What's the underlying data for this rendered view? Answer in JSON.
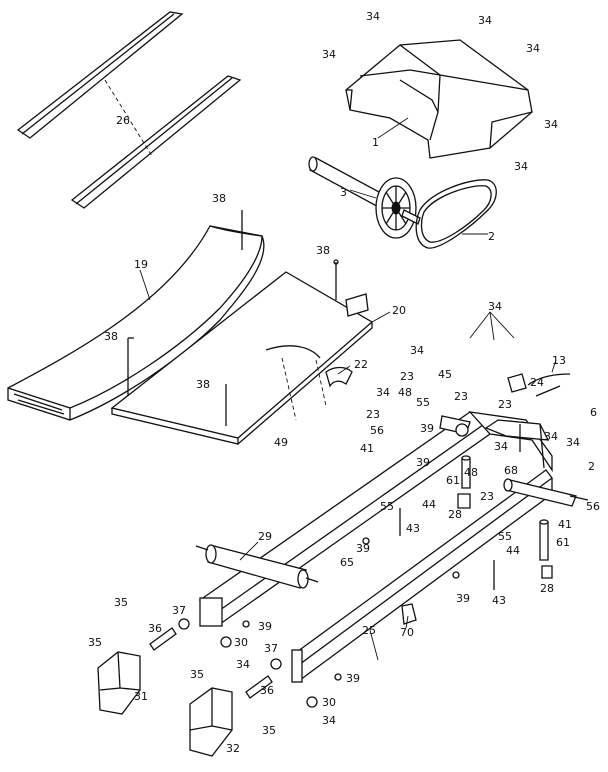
{
  "diagram": {
    "labels": {
      "l1": "1",
      "l2a": "2",
      "l2b": "2",
      "l3": "3",
      "l6": "6",
      "l13": "13",
      "l19": "19",
      "l20": "20",
      "l22": "22",
      "l23a": "23",
      "l23b": "23",
      "l23c": "23",
      "l23d": "23",
      "l23e": "23",
      "l24": "24",
      "l25": "25",
      "l26": "26",
      "l28a": "28",
      "l28b": "28",
      "l29": "29",
      "l30a": "30",
      "l30b": "30",
      "l31": "31",
      "l32": "32",
      "l34a": "34",
      "l34b": "34",
      "l34c": "34",
      "l34d": "34",
      "l34e": "34",
      "l34f": "34",
      "l34g": "34",
      "l34h": "34",
      "l34i": "34",
      "l34j": "34",
      "l34k": "34",
      "l34l": "34",
      "l34m": "34",
      "l34n": "34",
      "l35a": "35",
      "l35b": "35",
      "l35c": "35",
      "l35d": "35",
      "l36a": "36",
      "l36b": "36",
      "l37a": "37",
      "l37b": "37",
      "l38a": "38",
      "l38b": "38",
      "l38c": "38",
      "l38d": "38",
      "l39a": "39",
      "l39b": "39",
      "l39c": "39",
      "l39d": "39",
      "l39e": "39",
      "l39f": "39",
      "l41a": "41",
      "l41b": "41",
      "l43a": "43",
      "l43b": "43",
      "l44a": "44",
      "l44b": "44",
      "l45": "45",
      "l48a": "48",
      "l48b": "48",
      "l49": "49",
      "l55a": "55",
      "l55b": "55",
      "l55c": "55",
      "l56a": "56",
      "l56b": "56",
      "l61a": "61",
      "l61b": "61",
      "l65": "65",
      "l68": "68",
      "l70": "70"
    }
  }
}
